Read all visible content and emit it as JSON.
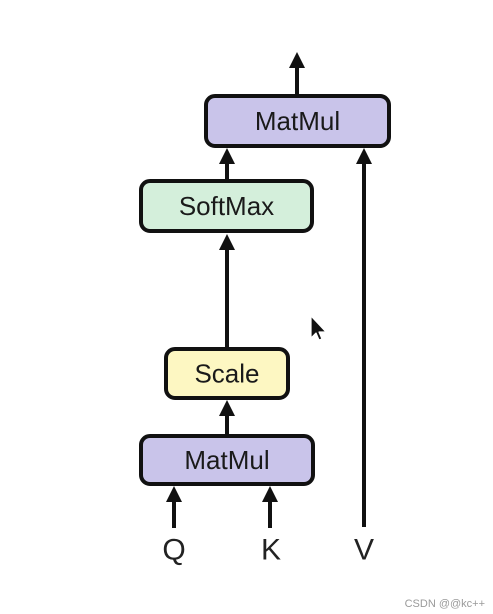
{
  "diagram": {
    "blocks": {
      "matmul_top": "MatMul",
      "softmax": "SoftMax",
      "scale": "Scale",
      "matmul_bottom": "MatMul"
    },
    "inputs": {
      "q": "Q",
      "k": "K",
      "v": "V"
    }
  },
  "colors": {
    "matmul": "#c9c4ea",
    "softmax": "#d4efdb",
    "scale": "#fdf7c2",
    "stroke": "#111111"
  },
  "watermark": "CSDN @@kc++"
}
